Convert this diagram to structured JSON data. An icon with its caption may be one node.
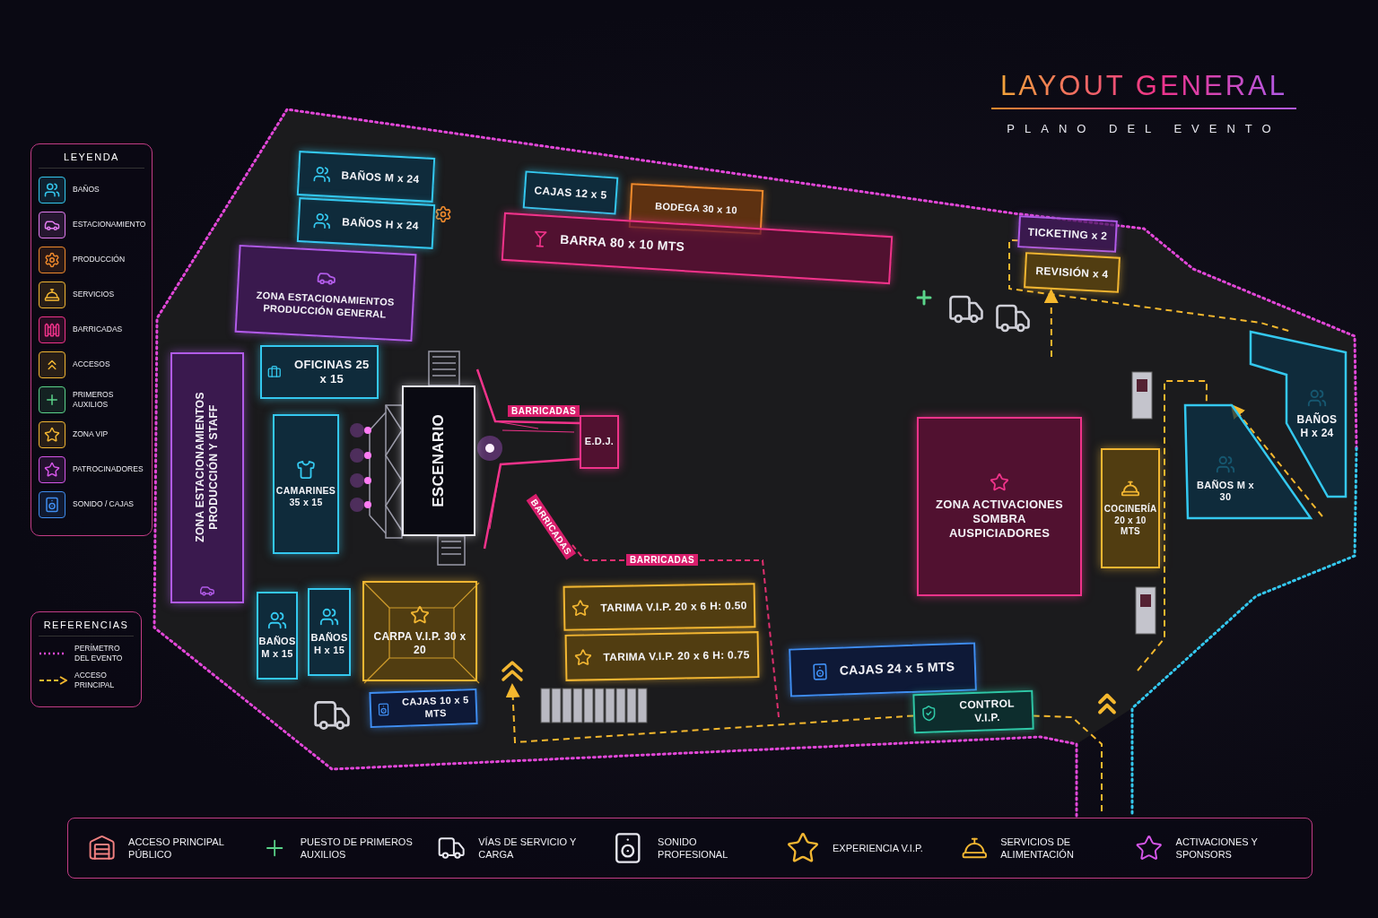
{
  "diagram": {
    "title": "LAYOUT GENERAL",
    "nodes": [
      {
        "text": [
          "BAÑOS M x 24"
        ]
      },
      {
        "text": [
          "BAÑOS H x 24"
        ]
      },
      {
        "text": [
          "CAJAS 12 x 5"
        ]
      },
      {
        "text": [
          "BODEGA 30 x 10"
        ]
      },
      {
        "text": [
          "BARRA 80 x 10 MTS"
        ]
      },
      {
        "text": [
          "TICKETING x 2"
        ]
      },
      {
        "text": [
          "REVISIÓN x 4"
        ]
      },
      {
        "text": [
          "ZONA ESTACIONAMIENTOS PRODUCCIÓN GENERAL"
        ]
      },
      {
        "text": [
          "OFICINAS 25 x 15"
        ]
      },
      {
        "text": [
          "ZONA ESTACIONAMIENTOS PRODUCCIÓN Y STAFF"
        ]
      },
      {
        "text": [
          "CAMARINES 35 x 15"
        ]
      },
      {
        "text": [
          "ESCENARIO"
        ]
      },
      {
        "text": [
          "E.D.J."
        ]
      },
      {
        "text": [
          "ZONA ACTIVACIONES SOMBRA AUSPICIADORES"
        ]
      },
      {
        "text": [
          "COCINERÍA 20 x 10 MTS"
        ]
      },
      {
        "text": [
          "BAÑOS H x 24"
        ]
      },
      {
        "text": [
          "BAÑOS M x 30"
        ]
      },
      {
        "text": [
          "BAÑOS M x 15"
        ]
      },
      {
        "text": [
          "BAÑOS H x 15"
        ]
      },
      {
        "text": [
          "CARPA V.I.P. 30 x 20"
        ]
      },
      {
        "text": [
          "TARIMA V.I.P. 20 x 6 H: 0.50"
        ]
      },
      {
        "text": [
          "TARIMA V.I.P. 20 x 6 H: 0.75"
        ]
      },
      {
        "text": [
          "CAJAS 24 x 5 MTS"
        ]
      },
      {
        "text": [
          "CAJAS 10 x 5 MTS"
        ]
      },
      {
        "text": [
          "CONTROL V.I.P."
        ]
      },
      {
        "text": [],
        "shape": "chevron"
      }
    ],
    "edges": [
      {
        "from": 24,
        "to": 25,
        "arrow": "to",
        "style": "dashed"
      },
      {
        "from": null,
        "to": 6,
        "arrow": "to",
        "style": "dashed"
      },
      {
        "from": null,
        "to": 24,
        "arrow": "none",
        "style": "dashed"
      },
      {
        "from": null,
        "to": 16,
        "arrow": "to",
        "style": "dashed"
      },
      {
        "from": null,
        "to": 16,
        "arrow": "none",
        "style": "dashed"
      },
      {
        "from": 5,
        "to": 15,
        "arrow": "none",
        "style": "dashed"
      }
    ],
    "labels": [
      "PLANO DEL EVENTO",
      "LEYENDA",
      "BARRICADAS",
      "BARRICADAS",
      "BARRICADAS",
      "REFERENCIAS"
    ],
    "legend": [
      {
        "text": "BAÑOS"
      },
      {
        "text": "ESTACIONAMIENTO"
      },
      {
        "text": "PRODUCCIÓN"
      },
      {
        "text": "SERVICIOS"
      },
      {
        "text": "BARRICADAS"
      },
      {
        "text": "ACCESOS"
      },
      {
        "text": "PRIMEROS AUXILIOS"
      },
      {
        "text": "ZONA VIP"
      },
      {
        "text": "PATROCINADORES"
      },
      {
        "text": "SONIDO / CAJAS"
      },
      {
        "text": "PERÍMETRO DEL EVENTO"
      },
      {
        "text": "ACCESO PRINCIPAL"
      },
      {
        "text": "ACCESO PRINCIPAL PÚBLICO"
      },
      {
        "text": "PUESTO DE PRIMEROS AUXILIOS"
      },
      {
        "text": "VÍAS DE SERVICIO Y CARGA"
      },
      {
        "text": "SONIDO PROFESIONAL"
      },
      {
        "text": "EXPERIENCIA V.I.P."
      },
      {
        "text": "SERVICIOS DE ALIMENTACIÓN"
      },
      {
        "text": "ACTIVACIONES Y SPONSORS"
      }
    ]
  }
}
